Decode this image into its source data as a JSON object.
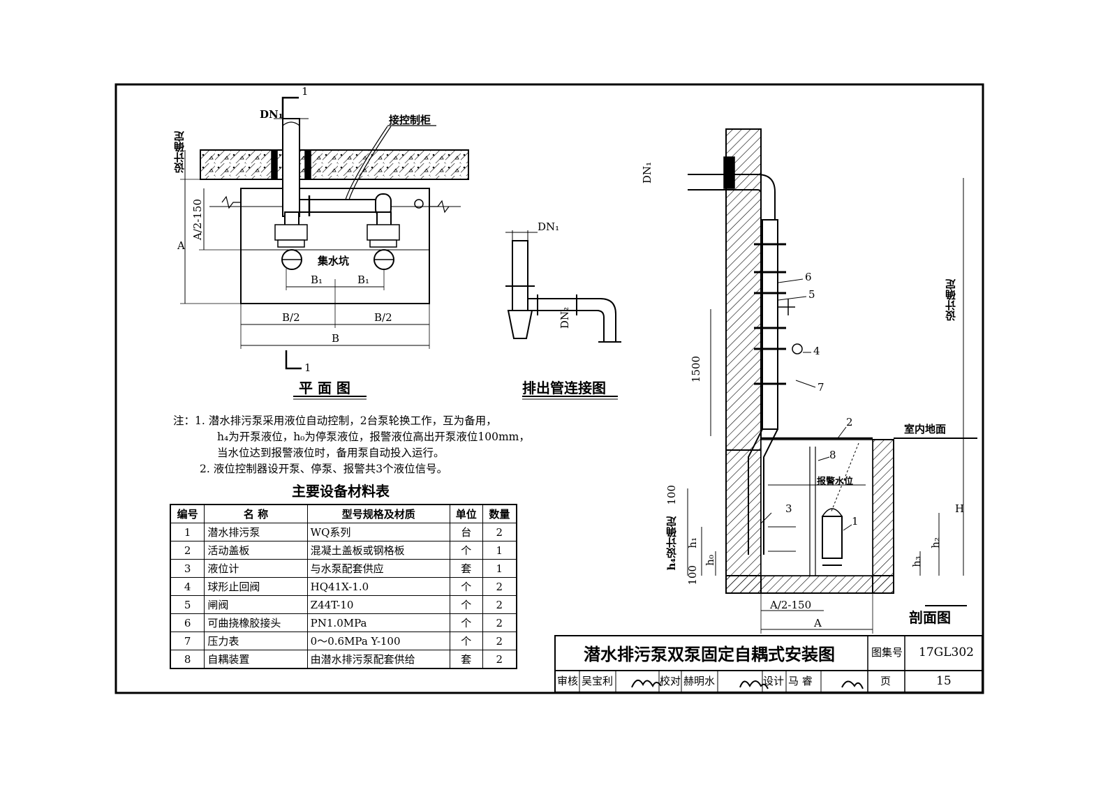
{
  "drawing": {
    "title": "潜水排污泵双泵固定自耦式安装图",
    "atlas_label": "图集号",
    "atlas_no": "17GL302",
    "page_label": "页",
    "page_no": "15",
    "review_label": "审核",
    "reviewer": "吴宝利",
    "reviewer_sig": "吴宝利",
    "check_label": "校对",
    "checker": "赫明水",
    "checker_sig": "赫明水",
    "design_label": "设计",
    "designer": "马 睿",
    "designer_sig": "马睿"
  },
  "plan_view": {
    "caption": "平 面 图",
    "labels": {
      "dn1": "DN₁",
      "to_cabinet": "接控制柜",
      "design_det": "设计确定",
      "a_half": "A/2-150",
      "a": "A",
      "sump": "集水坑",
      "b1_left": "B₁",
      "b1_right": "B₁",
      "b_half_left": "B/2",
      "b_half_right": "B/2",
      "b": "B",
      "sec_top": "1",
      "sec_bottom": "1"
    }
  },
  "outlet_view": {
    "caption": "排出管连接图",
    "labels": {
      "dn1": "DN₁",
      "dn2": "DN₂"
    }
  },
  "section_view": {
    "caption": "剖面图",
    "labels": {
      "dn1": "DN₁",
      "design_det": "设计确定",
      "dim_1500": "1500",
      "floor": "室内地面",
      "alarm": "报警水位",
      "h": "H",
      "h2": "h₂",
      "h3": "h₃",
      "h4": "h₄设计确定",
      "h1": "h₁",
      "h0": "h₀",
      "d100_top": "100",
      "d100_bot": "100",
      "a_half": "A/2-150",
      "a": "A",
      "n1": "1",
      "n2": "2",
      "n3": "3",
      "n4": "4",
      "n5": "5",
      "n6": "6",
      "n7": "7",
      "n8": "8"
    }
  },
  "notes": {
    "prefix": "注：",
    "lines": [
      "1. 潜水排污泵采用液位自动控制，2台泵轮换工作，互为备用，",
      "h₄为开泵液位，h₀为停泵液位，报警液位高出开泵液位100mm，",
      "当水位达到报警液位时，备用泵自动投入运行。",
      "2. 液位控制器设开泵、停泵、报警共3个液位信号。"
    ]
  },
  "materials": {
    "title": "主要设备材料表",
    "headers": [
      "编号",
      "名 称",
      "型号规格及材质",
      "单位",
      "数量"
    ],
    "rows": [
      [
        "1",
        "潜水排污泵",
        "WQ系列",
        "台",
        "2"
      ],
      [
        "2",
        "活动盖板",
        "混凝土盖板或钢格板",
        "个",
        "1"
      ],
      [
        "3",
        "液位计",
        "与水泵配套供应",
        "套",
        "1"
      ],
      [
        "4",
        "球形止回阀",
        "HQ41X-1.0",
        "个",
        "2"
      ],
      [
        "5",
        "闸阀",
        "Z44T-10",
        "个",
        "2"
      ],
      [
        "6",
        "可曲挠橡胶接头",
        "PN1.0MPa",
        "个",
        "2"
      ],
      [
        "7",
        "压力表",
        "0～0.6MPa   Y-100",
        "个",
        "2"
      ],
      [
        "8",
        "自耦装置",
        "由潜水排污泵配套供给",
        "套",
        "2"
      ]
    ]
  }
}
